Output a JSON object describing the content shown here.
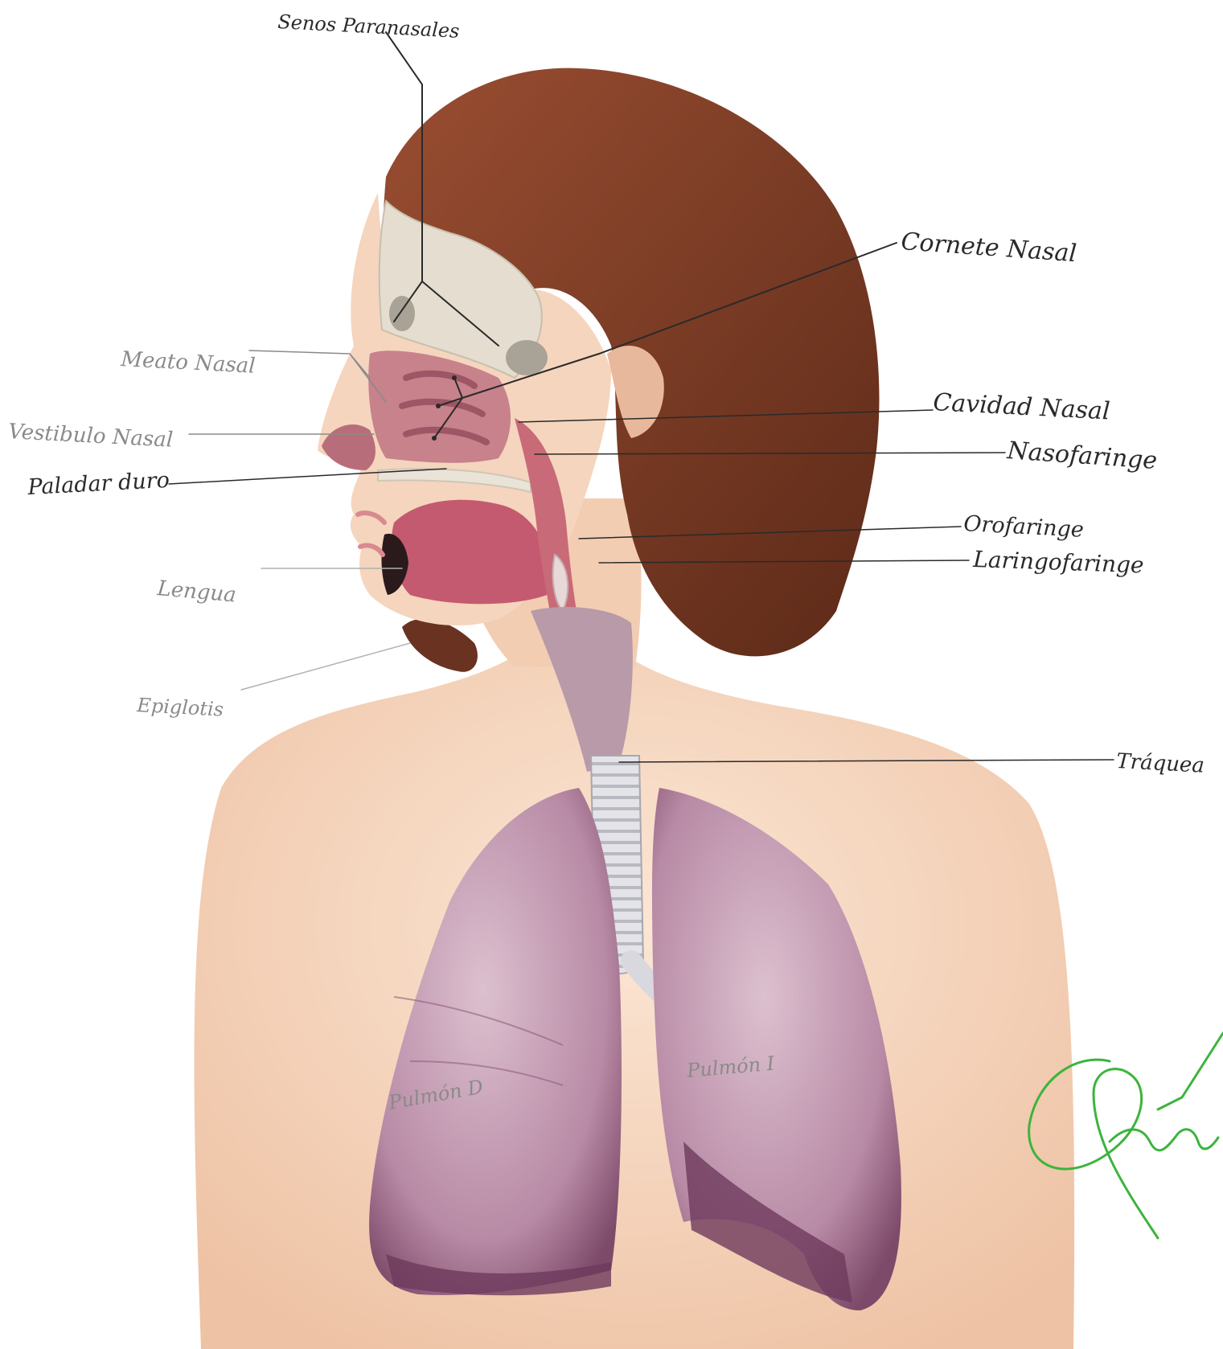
{
  "labels": {
    "senos_paranasales": "Senos Paranasales",
    "cornete_nasal": "Cornete Nasal",
    "meato_nasal": "Meato Nasal",
    "cavidad_nasal": "Cavidad Nasal",
    "vestibulo_nasal": "Vestibulo Nasal",
    "nasofaringe": "Nasofaringe",
    "paladar_duro": "Paladar duro",
    "orofaringe": "Orofaringe",
    "laringofaringe": "Laringofaringe",
    "lengua": "Lengua",
    "epiglotis": "Epiglotis",
    "traquea": "Tráquea",
    "pulmon_d": "Pulmón D",
    "pulmon_i": "Pulmón I"
  },
  "colors": {
    "skin": "#f7dcc6",
    "hair": "#7a3a24",
    "lung": "#c9a3b8",
    "lung_dark": "#7d4a6a",
    "trachea": "#d9d9df",
    "tissue": "#c65a6e",
    "signature": "#3cb43c",
    "ink_dark": "#2a2a2a",
    "ink_light": "#8a8a8a"
  }
}
